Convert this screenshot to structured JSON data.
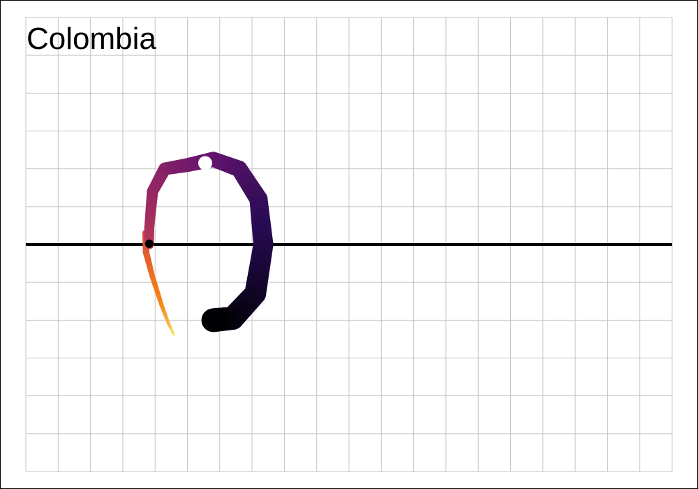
{
  "chart_data": {
    "type": "line",
    "title": "Colombia",
    "xlabel": "",
    "ylabel": "",
    "grid": true,
    "xlim": [
      0,
      20
    ],
    "ylim": [
      -6,
      6
    ],
    "reference_line_y": 0,
    "trajectory": [
      {
        "x": 4.58,
        "y": -2.38,
        "t": 1.0
      },
      {
        "x": 4.42,
        "y": -2.1,
        "t": 0.95
      },
      {
        "x": 4.2,
        "y": -1.6,
        "t": 0.9
      },
      {
        "x": 3.9,
        "y": -0.8,
        "t": 0.85
      },
      {
        "x": 3.72,
        "y": -0.2,
        "t": 0.8
      },
      {
        "x": 3.72,
        "y": 0.3,
        "t": 0.76
      },
      {
        "x": 3.82,
        "y": 0.0,
        "t": 0.72
      },
      {
        "x": 3.82,
        "y": 0.0,
        "t": 0.68
      },
      {
        "x": 3.82,
        "y": 0.45,
        "t": 0.64
      },
      {
        "x": 3.92,
        "y": 1.4,
        "t": 0.58
      },
      {
        "x": 4.3,
        "y": 2.0,
        "t": 0.52
      },
      {
        "x": 5.0,
        "y": 2.1,
        "t": 0.46
      },
      {
        "x": 5.8,
        "y": 2.25,
        "t": 0.4
      },
      {
        "x": 6.6,
        "y": 2.0,
        "t": 0.34
      },
      {
        "x": 7.2,
        "y": 1.2,
        "t": 0.26
      },
      {
        "x": 7.35,
        "y": 0.0,
        "t": 0.18
      },
      {
        "x": 7.1,
        "y": -1.3,
        "t": 0.1
      },
      {
        "x": 6.4,
        "y": -1.95,
        "t": 0.04
      },
      {
        "x": 5.8,
        "y": -2.0,
        "t": 0.0
      }
    ],
    "markers": [
      {
        "name": "start",
        "x": 3.82,
        "y": 0.02,
        "color": "#000000"
      },
      {
        "name": "end",
        "x": 5.55,
        "y": 2.15,
        "color": "#ffffff"
      }
    ]
  }
}
